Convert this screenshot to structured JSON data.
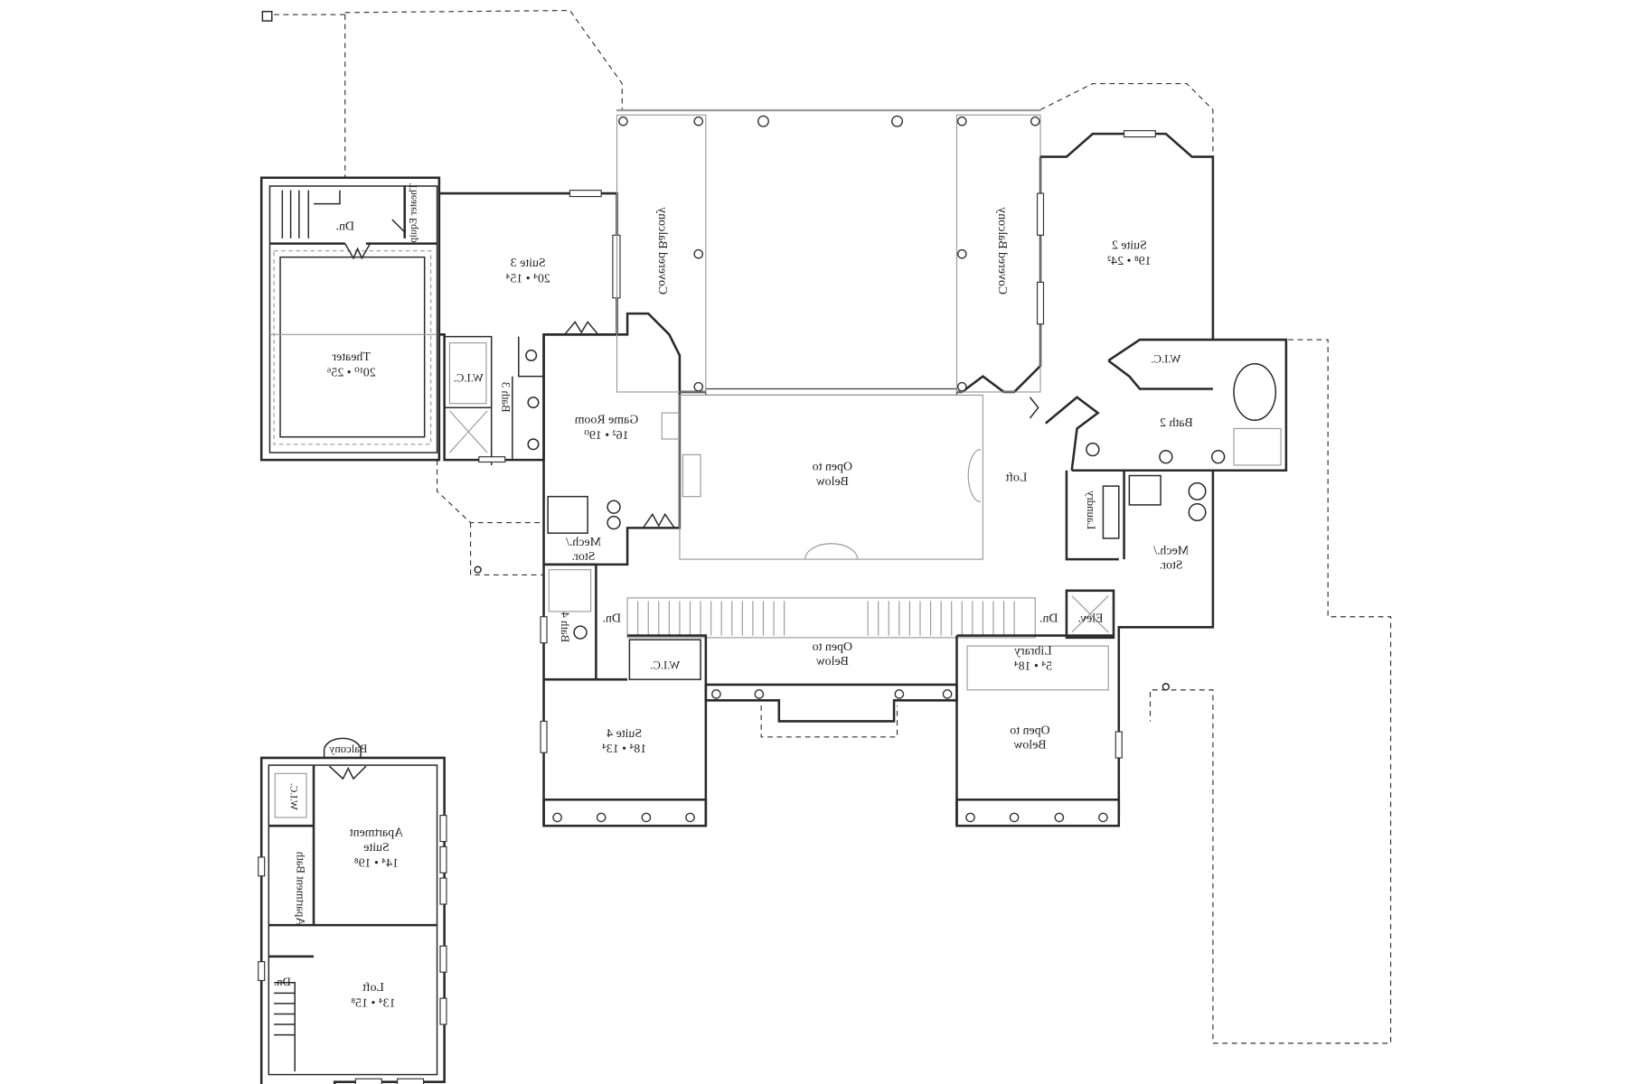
{
  "plan": {
    "orientation": "mirrored",
    "line_color": "#2a2a2a",
    "secondary_line_color": "#9a9a9a",
    "rooms": {
      "theater": {
        "name": "Theater",
        "dims": "20¹⁰ • 25⁶"
      },
      "theater_equip": {
        "name": "Theater Equip."
      },
      "theater_stair": {
        "name": "Dn."
      },
      "suite3": {
        "name": "Suite 3",
        "dims": "20⁴ • 15⁴"
      },
      "wic3": {
        "name": "W.I.C."
      },
      "bath3": {
        "name": "Bath 3"
      },
      "game_room": {
        "name": "Game Room",
        "dims": "16² • 19⁰"
      },
      "covered_balcony_left": {
        "name": "Covered Balcony"
      },
      "covered_balcony_right": {
        "name": "Covered Balcony"
      },
      "open_below_center": {
        "name": "Open to",
        "name2": "Below"
      },
      "loft": {
        "name": "Loft"
      },
      "suite2": {
        "name": "Suite 2",
        "dims": "19⁸ • 24²"
      },
      "wic2": {
        "name": "W.I.C."
      },
      "bath2": {
        "name": "Bath 2"
      },
      "laundry": {
        "name": "Laundry"
      },
      "mech_right": {
        "name": "Mech./",
        "name2": "Stor."
      },
      "mech_left": {
        "name": "Mech./",
        "name2": "Stor."
      },
      "bath4": {
        "name": "Bath 4"
      },
      "stair_left": {
        "name": "Dn."
      },
      "stair_right": {
        "name": "Dn."
      },
      "elev": {
        "name": "Elev."
      },
      "open_below_stair": {
        "name": "Open to",
        "name2": "Below"
      },
      "wic4": {
        "name": "W.I.C."
      },
      "library": {
        "name": "Library",
        "dims": "5⁴ • 18⁴"
      },
      "open_below_right": {
        "name": "Open to",
        "name2": "Below"
      },
      "suite4": {
        "name": "Suite 4",
        "dims": "18⁴ • 13⁴"
      },
      "apt_balcony": {
        "name": "Balcony"
      },
      "apt_wic": {
        "name": "W.I.C."
      },
      "apt_bath": {
        "name": "Apartment Bath"
      },
      "apt_suite": {
        "name": "Apartment",
        "name2": "Suite",
        "dims": "14⁴ • 19⁸"
      },
      "apt_loft": {
        "name": "Loft",
        "dims": "13⁴ • 15⁸"
      },
      "apt_stair": {
        "name": "Dn."
      }
    }
  }
}
